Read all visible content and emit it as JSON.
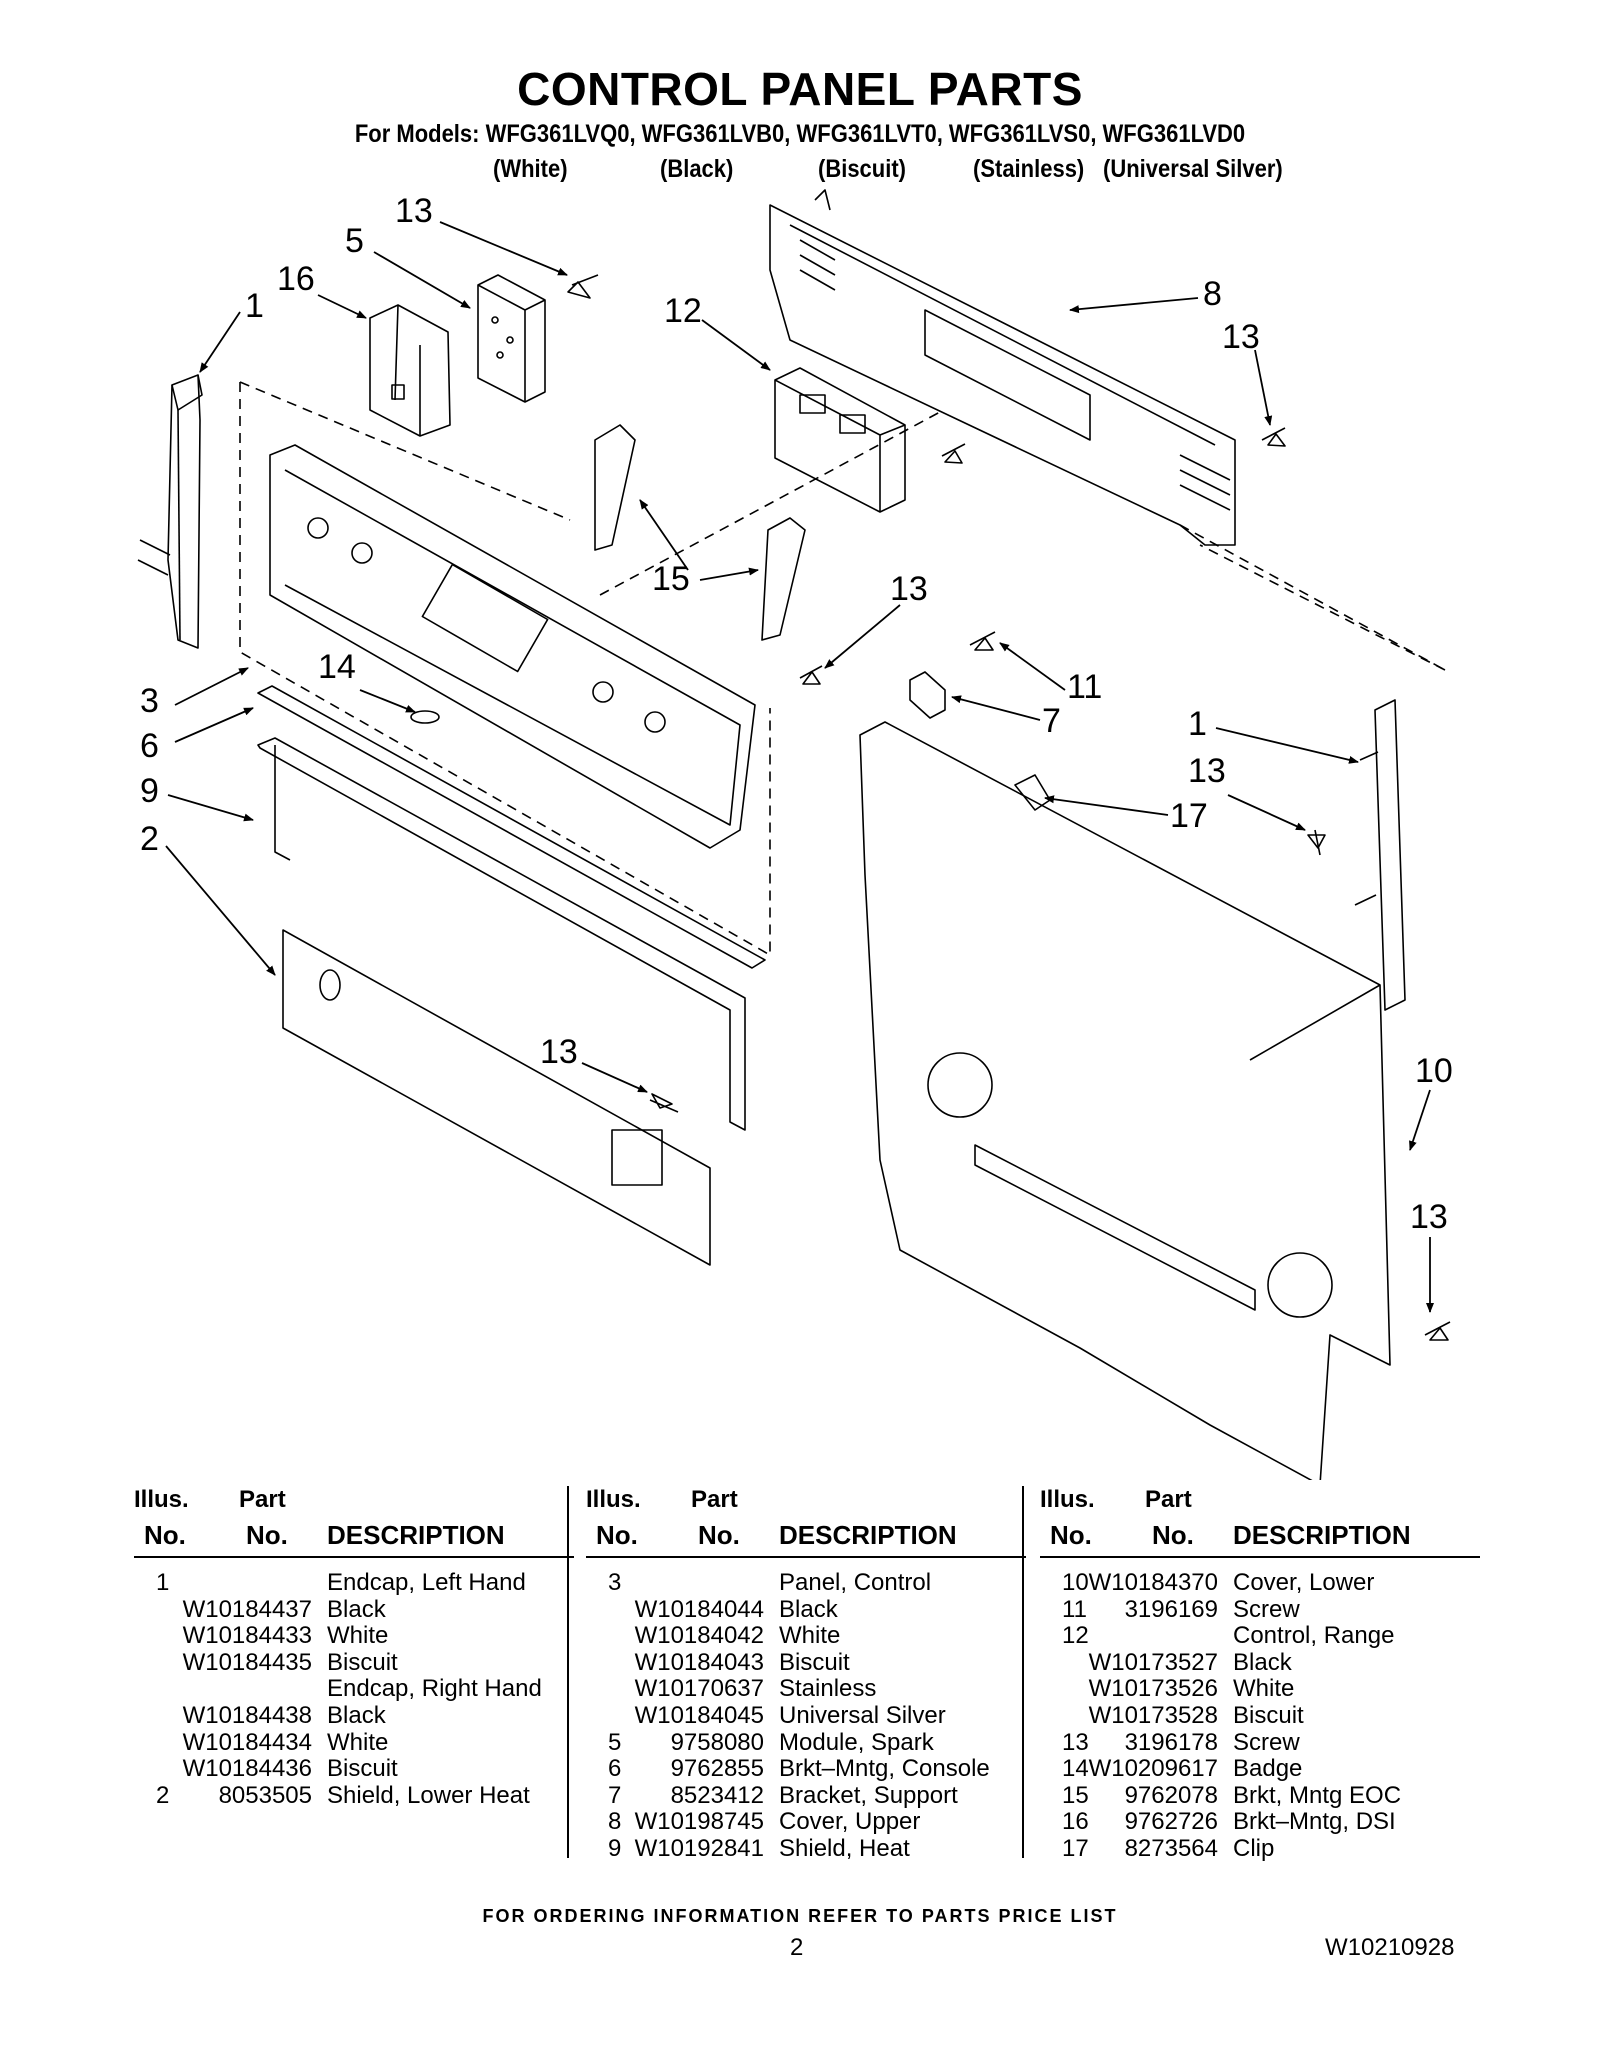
{
  "header": {
    "title": "CONTROL PANEL PARTS",
    "models": "For Models: WFG361LVQ0, WFG361LVB0, WFG361LVT0, WFG361LVS0, WFG361LVD0",
    "variants": [
      "(White)",
      "(Black)",
      "(Biscuit)",
      "(Stainless)",
      "(Universal Silver)"
    ]
  },
  "diagram": {
    "callouts": [
      "13",
      "5",
      "16",
      "1",
      "12",
      "8",
      "13",
      "15",
      "13",
      "14",
      "11",
      "3",
      "7",
      "6",
      "1",
      "13",
      "17",
      "9",
      "2",
      "10",
      "13",
      "13"
    ]
  },
  "table": {
    "headers": {
      "illus_top": "Illus.",
      "illus_bottom": "No.",
      "part_top": "Part",
      "part_bottom": "No.",
      "description": "DESCRIPTION"
    },
    "columns": [
      [
        {
          "illus": "1",
          "part": "",
          "desc": "Endcap, Left Hand"
        },
        {
          "illus": "",
          "part": "W10184437",
          "desc": "Black"
        },
        {
          "illus": "",
          "part": "W10184433",
          "desc": "White"
        },
        {
          "illus": "",
          "part": "W10184435",
          "desc": "Biscuit"
        },
        {
          "illus": "",
          "part": "",
          "desc": "Endcap, Right Hand"
        },
        {
          "illus": "",
          "part": "W10184438",
          "desc": "Black"
        },
        {
          "illus": "",
          "part": "W10184434",
          "desc": "White"
        },
        {
          "illus": "",
          "part": "W10184436",
          "desc": "Biscuit"
        },
        {
          "illus": "2",
          "part": "8053505",
          "desc": "Shield, Lower Heat"
        }
      ],
      [
        {
          "illus": "3",
          "part": "",
          "desc": "Panel, Control"
        },
        {
          "illus": "",
          "part": "W10184044",
          "desc": "Black"
        },
        {
          "illus": "",
          "part": "W10184042",
          "desc": "White"
        },
        {
          "illus": "",
          "part": "W10184043",
          "desc": "Biscuit"
        },
        {
          "illus": "",
          "part": "W10170637",
          "desc": "Stainless"
        },
        {
          "illus": "",
          "part": "W10184045",
          "desc": "Universal Silver"
        },
        {
          "illus": "5",
          "part": "9758080",
          "desc": "Module, Spark"
        },
        {
          "illus": "6",
          "part": "9762855",
          "desc": "Brkt–Mntg, Console"
        },
        {
          "illus": "7",
          "part": "8523412",
          "desc": "Bracket, Support"
        },
        {
          "illus": "8",
          "part": "W10198745",
          "desc": "Cover, Upper"
        },
        {
          "illus": "9",
          "part": "W10192841",
          "desc": "Shield, Heat"
        }
      ],
      [
        {
          "illus": "10",
          "part": "W10184370",
          "desc": "Cover, Lower"
        },
        {
          "illus": "11",
          "part": "3196169",
          "desc": "Screw"
        },
        {
          "illus": "12",
          "part": "",
          "desc": "Control, Range"
        },
        {
          "illus": "",
          "part": "W10173527",
          "desc": "Black"
        },
        {
          "illus": "",
          "part": "W10173526",
          "desc": "White"
        },
        {
          "illus": "",
          "part": "W10173528",
          "desc": "Biscuit"
        },
        {
          "illus": "13",
          "part": "3196178",
          "desc": "Screw"
        },
        {
          "illus": "14",
          "part": "W10209617",
          "desc": "Badge"
        },
        {
          "illus": "15",
          "part": "9762078",
          "desc": "Brkt, Mntg EOC"
        },
        {
          "illus": "16",
          "part": "9762726",
          "desc": "Brkt–Mntg, DSI"
        },
        {
          "illus": "17",
          "part": "8273564",
          "desc": "Clip"
        }
      ]
    ]
  },
  "footer": {
    "ordering": "FOR ORDERING INFORMATION REFER TO PARTS PRICE LIST",
    "page": "2",
    "doc_number": "W10210928"
  }
}
